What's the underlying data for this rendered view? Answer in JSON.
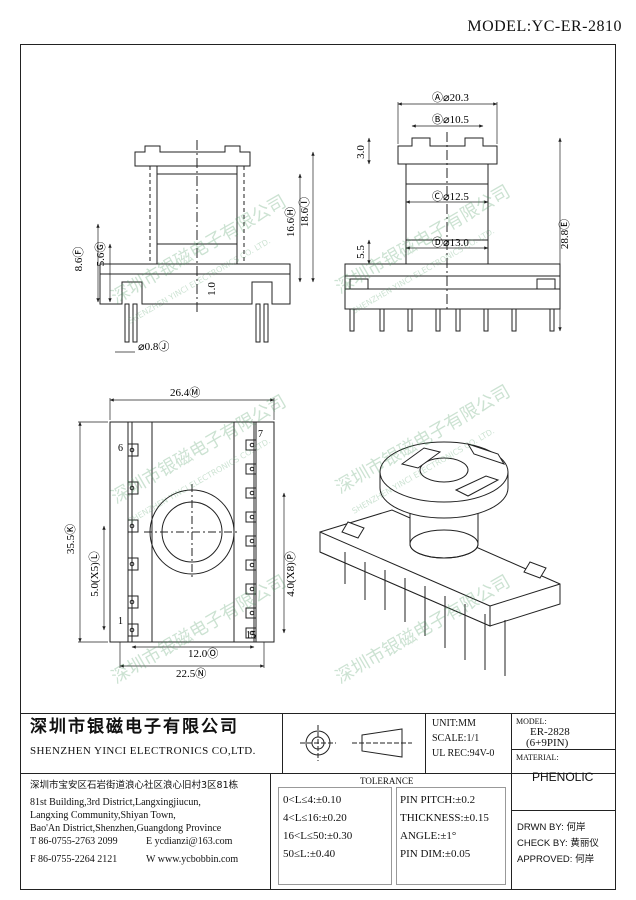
{
  "header": {
    "model": "MODEL:YC-ER-2810"
  },
  "watermark": {
    "cn": "深圳市银磁电子有限公司",
    "en": "SHENZHEN YINCI ELECTRONICS CO. LTD."
  },
  "dimensions": {
    "a": "Ⓐ⌀20.3",
    "b": "Ⓑ⌀10.5",
    "c": "Ⓒ⌀12.5",
    "d": "Ⓓ⌀13.0",
    "e": "28.8Ⓔ",
    "f": "8.6Ⓕ",
    "g": "5.6Ⓖ",
    "h": "16.6Ⓗ",
    "i": "18.6Ⓘ",
    "j": "⌀0.8Ⓙ",
    "k": "35.5Ⓚ",
    "l": "5.0(X5)Ⓛ",
    "m": "26.4Ⓜ",
    "n": "22.5Ⓝ",
    "o": "12.0Ⓞ",
    "p": "4.0(X8)Ⓟ",
    "side_top": "3.0",
    "side_low": "5.5",
    "pin_offset": "1.0"
  },
  "pins": {
    "p1": "1",
    "p6": "6",
    "p7": "7",
    "p15": "15"
  },
  "title_block": {
    "company_cn": "深圳市银磁电子有限公司",
    "company_en": "SHENZHEN YINCI ELECTRONICS CO,LTD.",
    "unit": "UNIT:MM",
    "scale": "SCALE:1/1",
    "ul_rec": "UL REC:94V-0",
    "model_label": "MODEL:",
    "model_value": "ER-2828",
    "model_pins": "(6+9PIN)",
    "material_label": "MATERIAL:",
    "material_value": "PHENOLIC",
    "tolerance_label": "TOLERANCE",
    "address_cn": "深圳市宝安区石岩街道浪心社区浪心旧村3区81栋",
    "address_en_1": "81st Building,3rd District,Langxingjiucun,",
    "address_en_2": "Langxing Community,Shiyan Town,",
    "address_en_3": "Bao'An District,Shenzhen,Guangdong Province",
    "tel": "T 86-0755-2763 2099",
    "email": "E ycdianzi@163.com",
    "fax": "F 86-0755-2264 2121",
    "web": "W www.ycbobbin.com",
    "tol_1": "0<L≤4:±0.10",
    "tol_2": "4<L≤16:±0.20",
    "tol_3": "16<L≤50:±0.30",
    "tol_4": "50≤L:±0.40",
    "pin_pitch": "PIN PITCH:±0.2",
    "thickness": "THICKNESS:±0.15",
    "angle": "ANGLE:±1°",
    "pin_dim": "PIN DIM:±0.05",
    "drawn_by": "DRWN BY: 何岸",
    "check_by": "CHECK BY: 黄丽仪",
    "approved": "APPROVED: 何岸"
  }
}
